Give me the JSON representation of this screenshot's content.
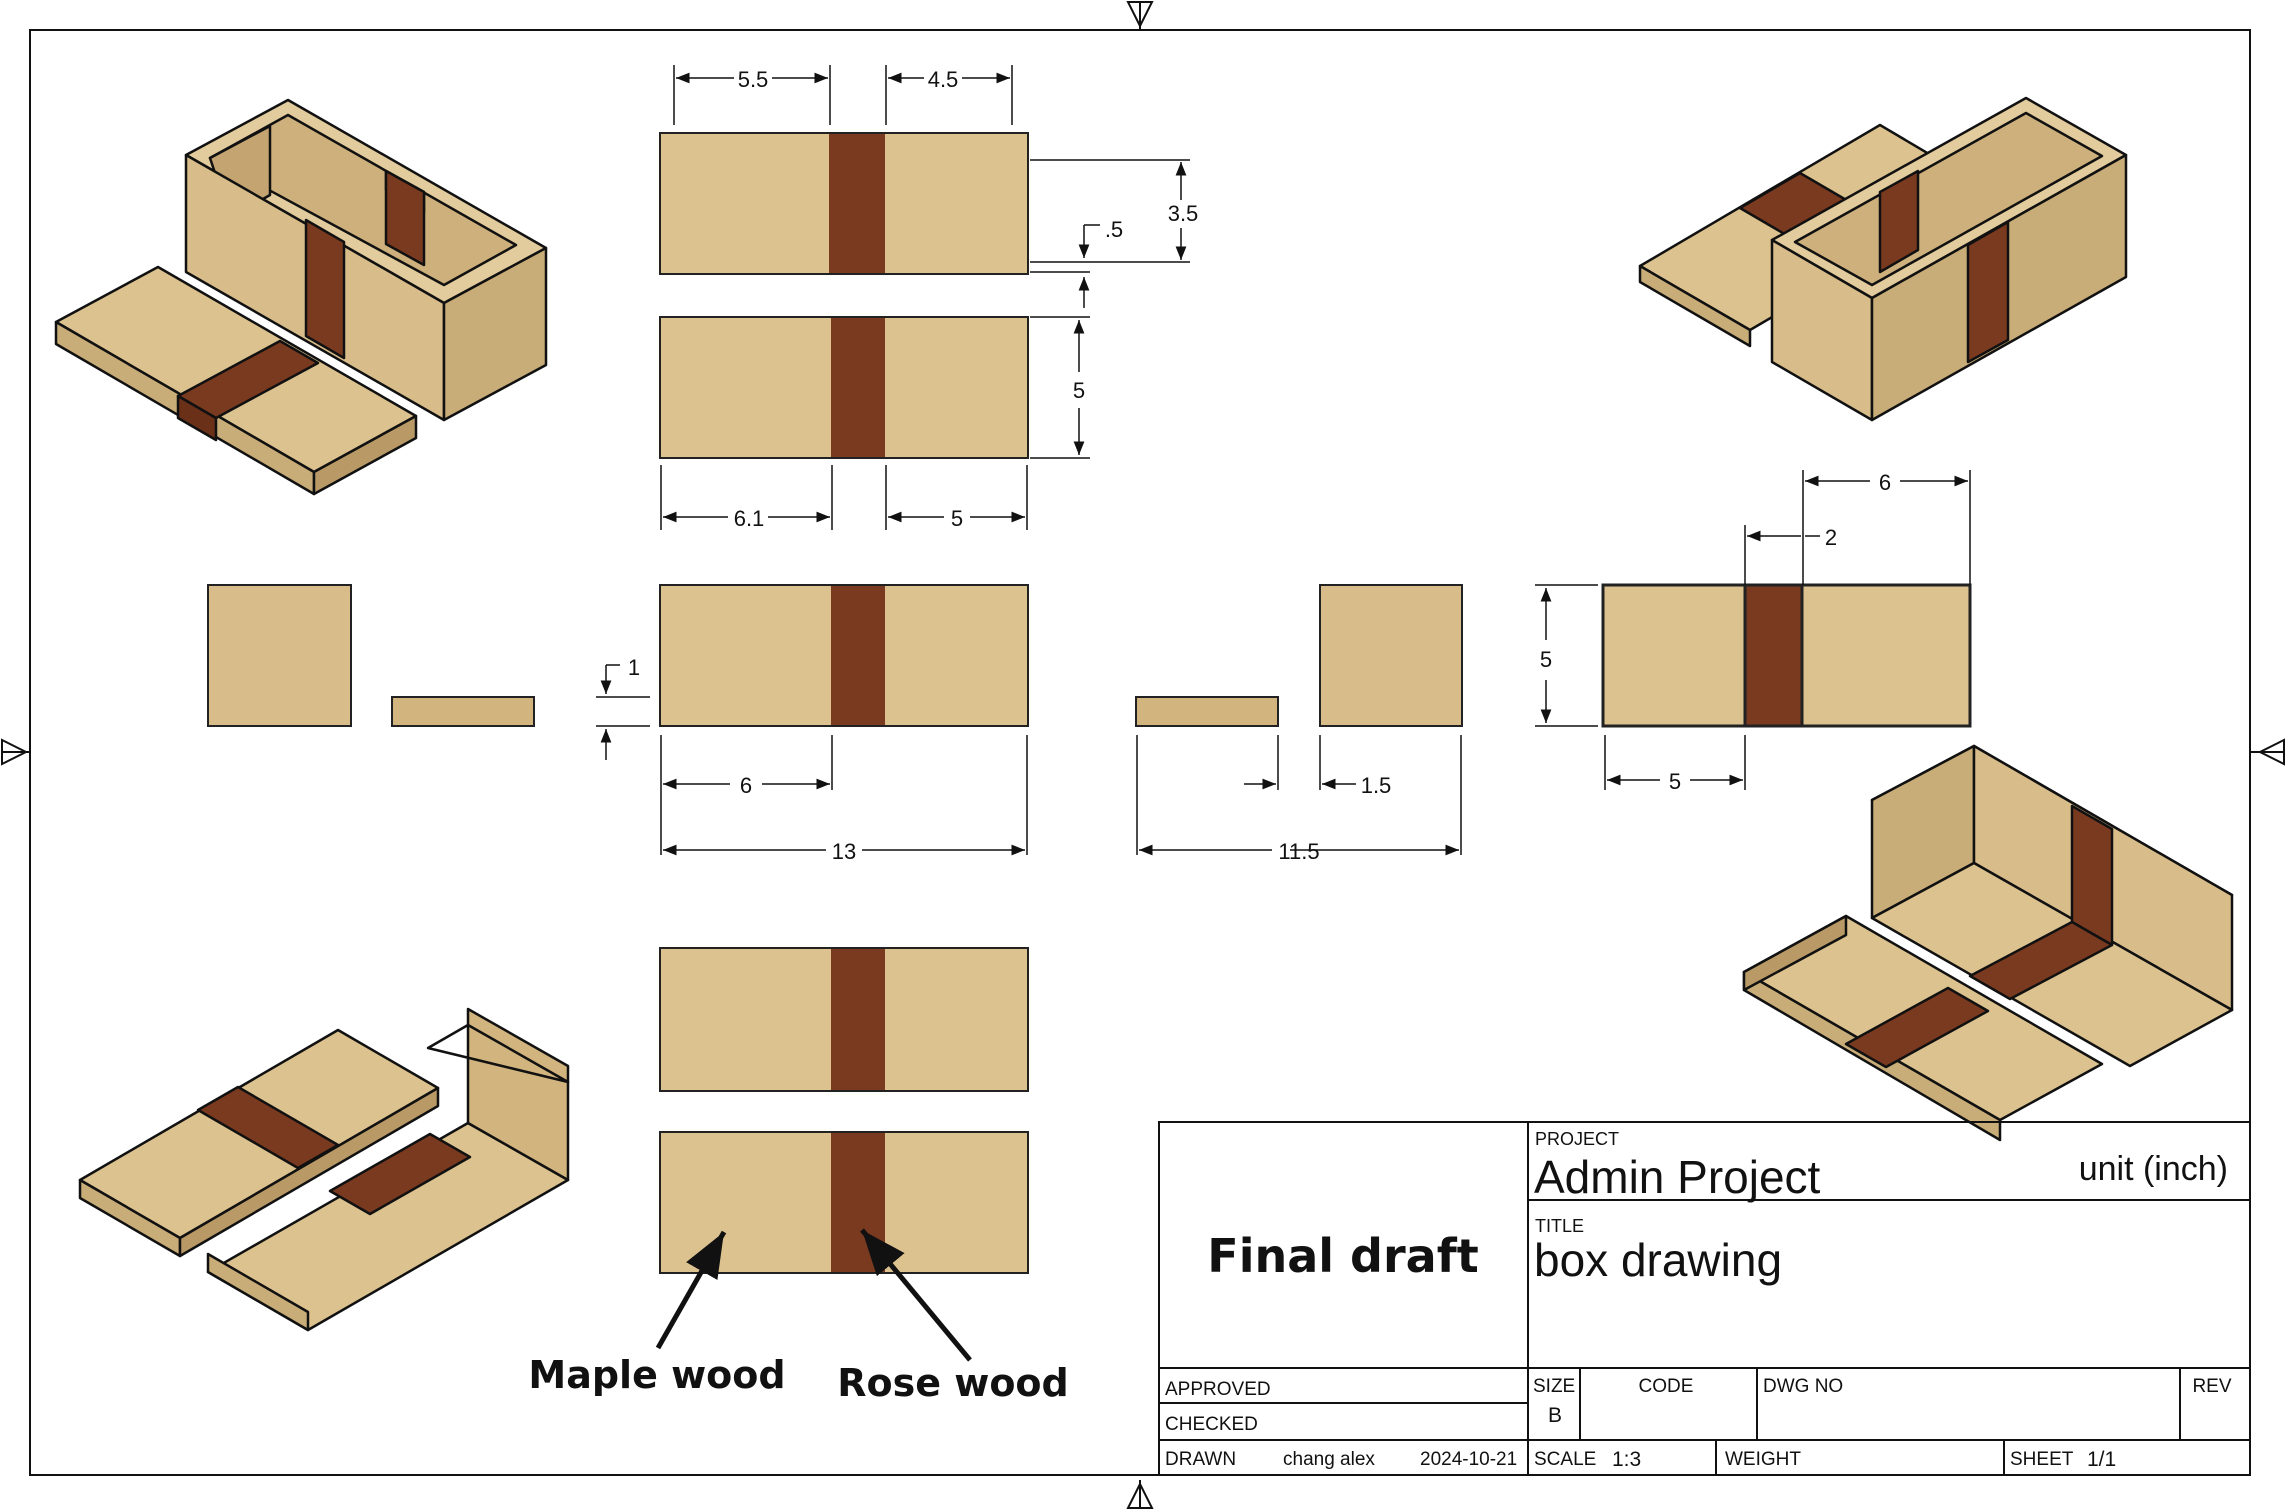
{
  "dimensions": {
    "top_left": "5.5",
    "top_right": "4.5",
    "side_height": "3.5",
    "lip": ".5",
    "height": "5",
    "mid_left": "6.1",
    "mid_right": "5",
    "thickness": "1",
    "band_offset": "6",
    "overall_length": "13",
    "width_total": "11.5",
    "width_small": "1.5",
    "side_width": "6",
    "side_band": "2",
    "side_height_right": "5",
    "side_left": "5"
  },
  "annotations": {
    "maple": "Maple wood",
    "rose": "Rose wood"
  },
  "title_block": {
    "status": "Final draft",
    "project_label": "PROJECT",
    "project": "Admin Project",
    "unit": "unit (inch)",
    "title_label": "TITLE",
    "title": "box drawing",
    "approved_label": "APPROVED",
    "checked_label": "CHECKED",
    "drawn_label": "DRAWN",
    "drawn_by": "chang alex",
    "drawn_date": "2024-10-21",
    "size_label": "SIZE",
    "size": "B",
    "code_label": "CODE",
    "dwg_label": "DWG NO",
    "rev_label": "REV",
    "scale_label": "SCALE",
    "scale": "1:3",
    "weight_label": "WEIGHT",
    "sheet_label": "SHEET",
    "sheet": "1/1"
  },
  "colors": {
    "maple": "#dcc28f",
    "maple_dark": "#c9ad78",
    "maple_side": "#bfa06c",
    "rose": "#7a3a20",
    "line": "#111111"
  }
}
